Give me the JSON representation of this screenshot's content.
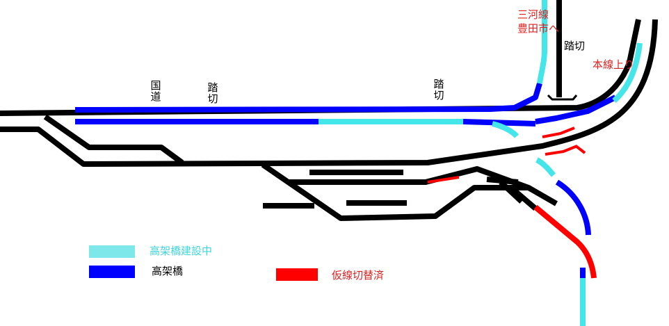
{
  "colors": {
    "track": "#000000",
    "viaduct": "#0000ff",
    "viaduct_construction": "#44e6ea",
    "temporary_line": "#ff0000",
    "label_black": "#000000",
    "label_red": "#dd2020",
    "label_cyan": "#3ed8dc"
  },
  "labels": {
    "kokudo": "国道",
    "fumikiri_1": "踏切",
    "fumikiri_2": "踏切",
    "fumikiri_3": "踏切",
    "mikawa_line": "三河線",
    "toyotashi": "豊田市へ",
    "honsen": "本線上り"
  },
  "legend": [
    {
      "text": "高架橋建設中",
      "color": "#44e6ea"
    },
    {
      "text": "高架橋",
      "color": "#0000ff"
    },
    {
      "text": "仮線切替済",
      "color": "#ff0000"
    }
  ]
}
